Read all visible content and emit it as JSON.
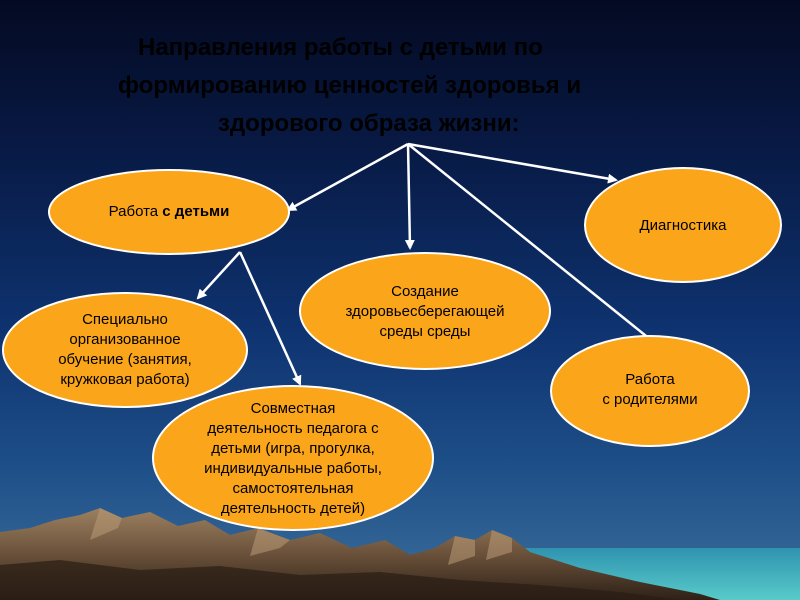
{
  "slide": {
    "title_lines": [
      "Направления работы с детьми по",
      "формированию ценностей здоровья и",
      "здорового образа жизни:"
    ]
  },
  "nodes": {
    "children": {
      "label_plain": "Работа ",
      "label_bold": "с детьми"
    },
    "diagnostics": {
      "label": "Диагностика"
    },
    "environment": {
      "lines": [
        "Создание",
        "здоровьесберегающей",
        "среды среды"
      ]
    },
    "training": {
      "lines": [
        "Специально",
        "организованное",
        "обучение (занятия,",
        "кружковая работа)"
      ]
    },
    "parents": {
      "lines": [
        "Работа",
        "с родителями"
      ]
    },
    "joint": {
      "lines": [
        "Совместная",
        "деятельность педагога с",
        "детьми (игра, прогулка,",
        "индивидуальные работы,",
        "самостоятельная",
        "деятельность детей)"
      ]
    }
  },
  "colors": {
    "node_fill": "#fba51a",
    "node_stroke": "#ffffff",
    "arrow": "#ffffff",
    "mountain_dark": "#3a2a1e",
    "mountain_mid": "#6e5640",
    "mountain_light": "#a58a69",
    "sea": "#53c7c6"
  }
}
